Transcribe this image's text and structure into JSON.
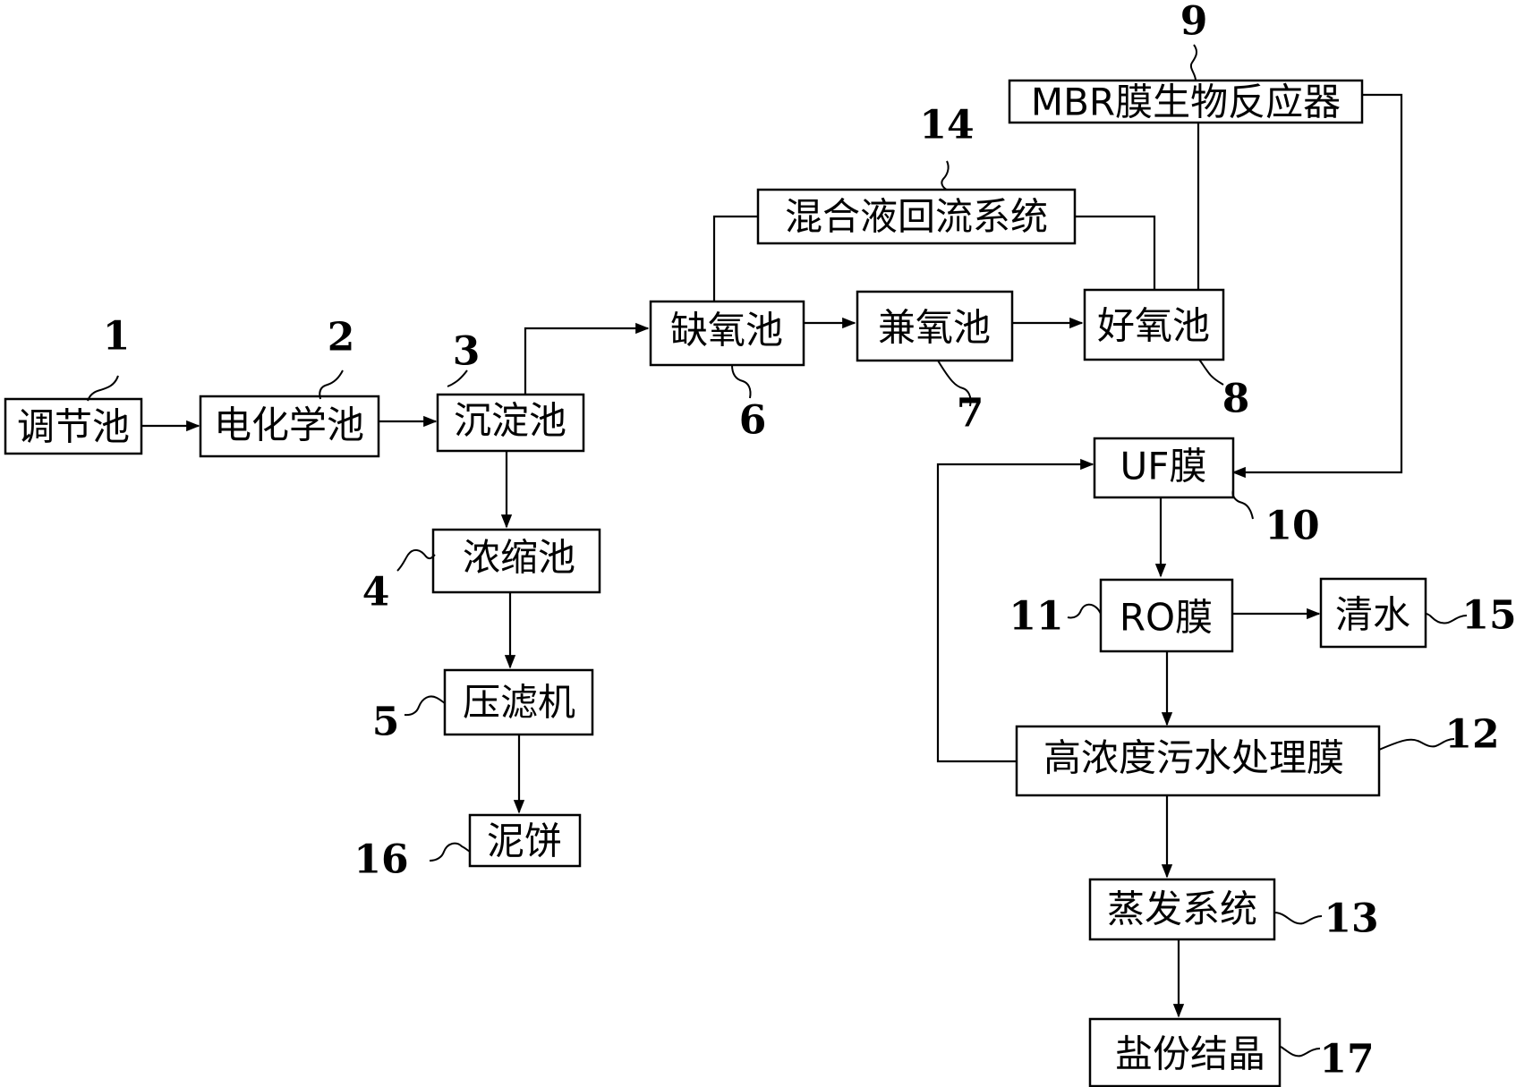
{
  "nodes": {
    "n1": {
      "label": "调节池",
      "number": "1"
    },
    "n2": {
      "label": "电化学池",
      "number": "2"
    },
    "n3": {
      "label": "沉淀池",
      "number": "3"
    },
    "n4": {
      "label": "浓缩池",
      "number": "4"
    },
    "n5": {
      "label": "压滤机",
      "number": "5"
    },
    "n6": {
      "label": "缺氧池",
      "number": "6"
    },
    "n7": {
      "label": "兼氧池",
      "number": "7"
    },
    "n8": {
      "label": "好氧池",
      "number": "8"
    },
    "n9": {
      "label": "MBR膜生物反应器",
      "number": "9"
    },
    "n10": {
      "label": "UF膜",
      "number": "10"
    },
    "n11": {
      "label": "RO膜",
      "number": "11"
    },
    "n12": {
      "label": "高浓度污水处理膜",
      "number": "12"
    },
    "n13": {
      "label": "蒸发系统",
      "number": "13"
    },
    "n14": {
      "label": "混合液回流系统",
      "number": "14"
    },
    "n15": {
      "label": "清水",
      "number": "15"
    },
    "n16": {
      "label": "泥饼",
      "number": "16"
    },
    "n17": {
      "label": "盐份结晶",
      "number": "17"
    }
  },
  "edges": [
    {
      "from": "n1",
      "to": "n2"
    },
    {
      "from": "n2",
      "to": "n3"
    },
    {
      "from": "n3",
      "to": "n6"
    },
    {
      "from": "n3",
      "to": "n4"
    },
    {
      "from": "n4",
      "to": "n5"
    },
    {
      "from": "n5",
      "to": "n16"
    },
    {
      "from": "n6",
      "to": "n7"
    },
    {
      "from": "n7",
      "to": "n8"
    },
    {
      "from": "n8",
      "to": "n14"
    },
    {
      "from": "n14",
      "to": "n6"
    },
    {
      "from": "n8",
      "to": "n9"
    },
    {
      "from": "n9",
      "to": "n10"
    },
    {
      "from": "n10",
      "to": "n11"
    },
    {
      "from": "n11",
      "to": "n15"
    },
    {
      "from": "n11",
      "to": "n12"
    },
    {
      "from": "n12",
      "to": "n10"
    },
    {
      "from": "n12",
      "to": "n13"
    },
    {
      "from": "n13",
      "to": "n17"
    }
  ]
}
